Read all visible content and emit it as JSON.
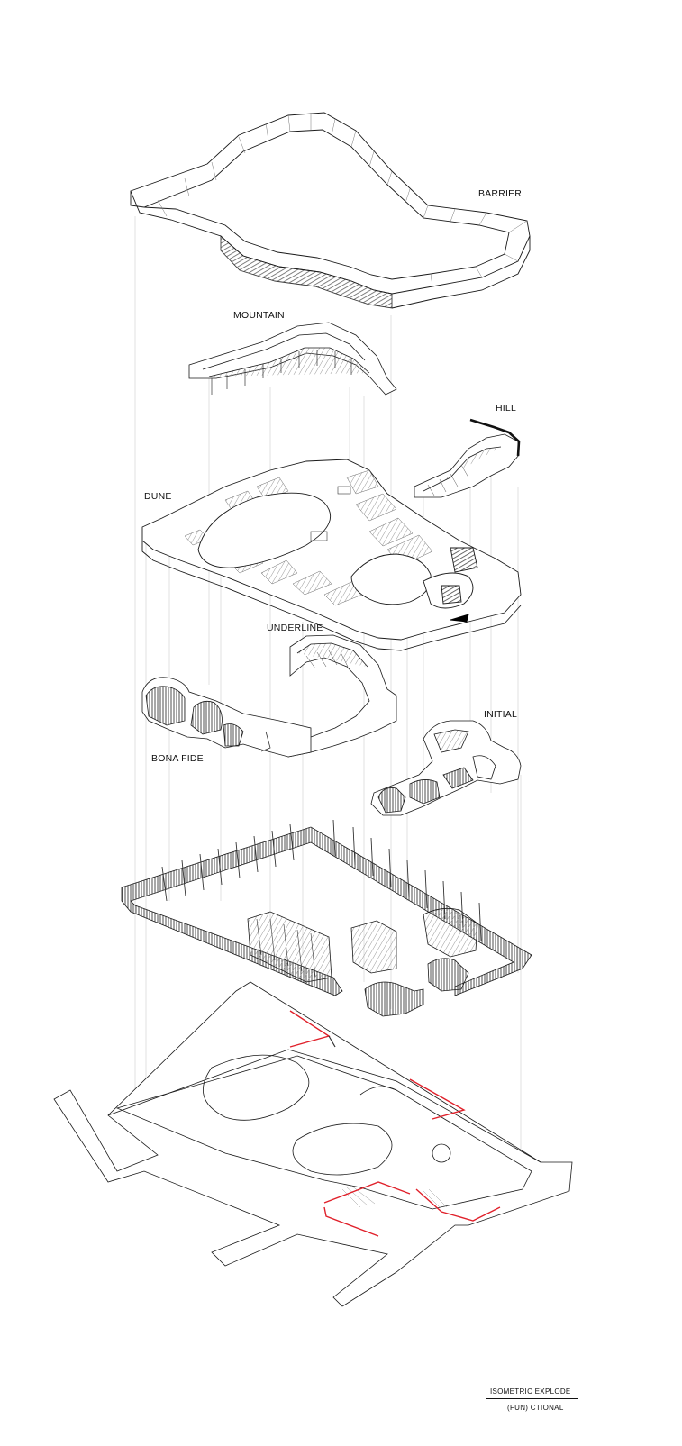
{
  "diagram": {
    "layers": [
      {
        "id": "barrier",
        "label": "BARRIER"
      },
      {
        "id": "mountain",
        "label": "MOUNTAIN"
      },
      {
        "id": "hill",
        "label": "HILL"
      },
      {
        "id": "dune",
        "label": "DUNE"
      },
      {
        "id": "underline",
        "label": "UNDERLINE"
      },
      {
        "id": "initial",
        "label": "INITIAL"
      },
      {
        "id": "bona-fide",
        "label": "BONA FIDE"
      }
    ],
    "caption": {
      "line1": "ISOMETRIC EXPLODE",
      "line2": "(FUN) CTIONAL"
    },
    "colors": {
      "line": "#1a1a1a",
      "light_line": "#888888",
      "hatch": "#555555",
      "accent": "#e0202a"
    }
  }
}
